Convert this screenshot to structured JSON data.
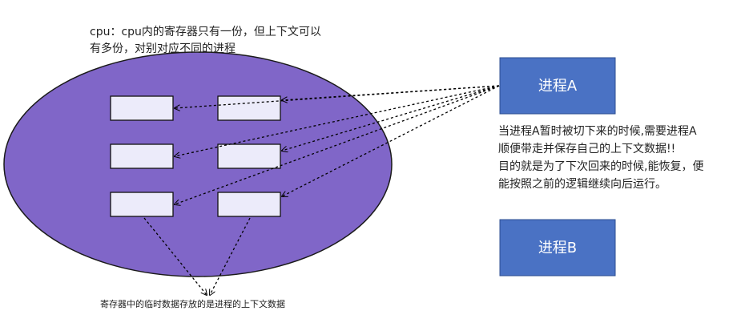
{
  "diagram": {
    "cpu_note": "cpu：cpu内的寄存器只有一份，但上下文可以有多份，对别对应不同的进程",
    "process_a_label": "进程A",
    "process_b_label": "进程B",
    "process_note": {
      "line1": "当进程A暂时被切下来的时候,需要进程A",
      "line2": "顺便带走并保存自己的上下文数据!!",
      "line3": "目的就是为了下次回来的时候,能恢复，便",
      "line4": "能按照之前的逻辑继续向后运行。"
    },
    "register_caption": "寄存器中的临时数据存放的是进程的上下文数据",
    "colors": {
      "cpu_ellipse": "#8066c8",
      "register_fill": "#ecebfa",
      "process_box": "#4a72c4",
      "arrow": "#000000"
    }
  }
}
